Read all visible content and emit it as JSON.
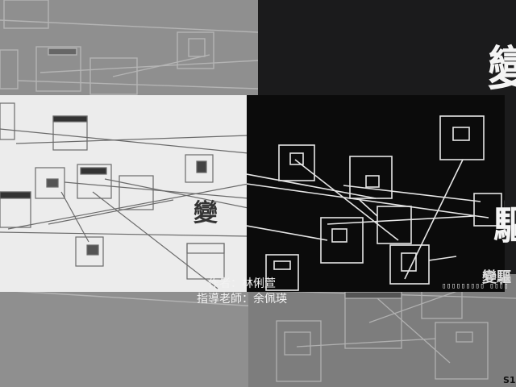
{
  "poster": {
    "title_left_char": "變",
    "title_right_char": "驅",
    "edge_top_char": "變",
    "edge_mid_char": "驅",
    "small_glyphs": "變驅",
    "small_label": "▯▯▯▯▯▯▯▯▯ ▯▯▯▯",
    "sheet_code": "S1"
  },
  "credits": {
    "author": "作者：林俐萱",
    "advisor": "指導老師：余佩瑛"
  },
  "colors": {
    "bg_dark": "#1b1b1c",
    "bg_gray": "#8f8f8f",
    "panel_white": "#ececec",
    "panel_black": "#0b0b0b",
    "text_light": "#f2f2f2"
  }
}
